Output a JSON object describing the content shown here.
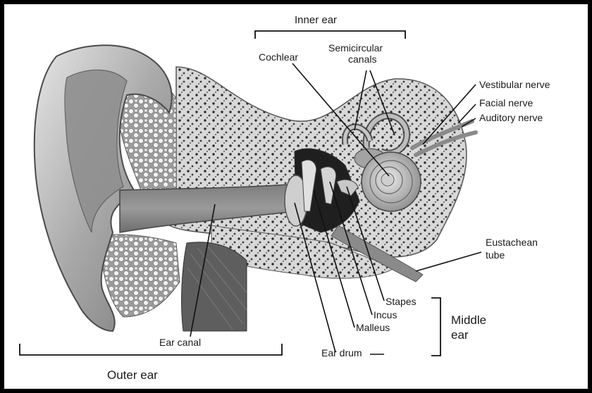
{
  "labels": {
    "inner_ear": "Inner ear",
    "cochlear": "Cochlear",
    "semicircular_1": "Semicircular",
    "semicircular_2": "canals",
    "vestibular_nerve": "Vestibular nerve",
    "facial_nerve": "Facial  nerve",
    "auditory_nerve": "Auditory nerve",
    "eustachean_1": "Eustachean",
    "eustachean_2": "tube",
    "stapes": "Stapes",
    "incus": "Incus",
    "malleus": "Malleus",
    "ear_drum": "Ear drum",
    "ear_canal": "Ear canal",
    "outer_ear": "Outer ear",
    "middle_ear_1": "Middle",
    "middle_ear_2": "ear"
  }
}
